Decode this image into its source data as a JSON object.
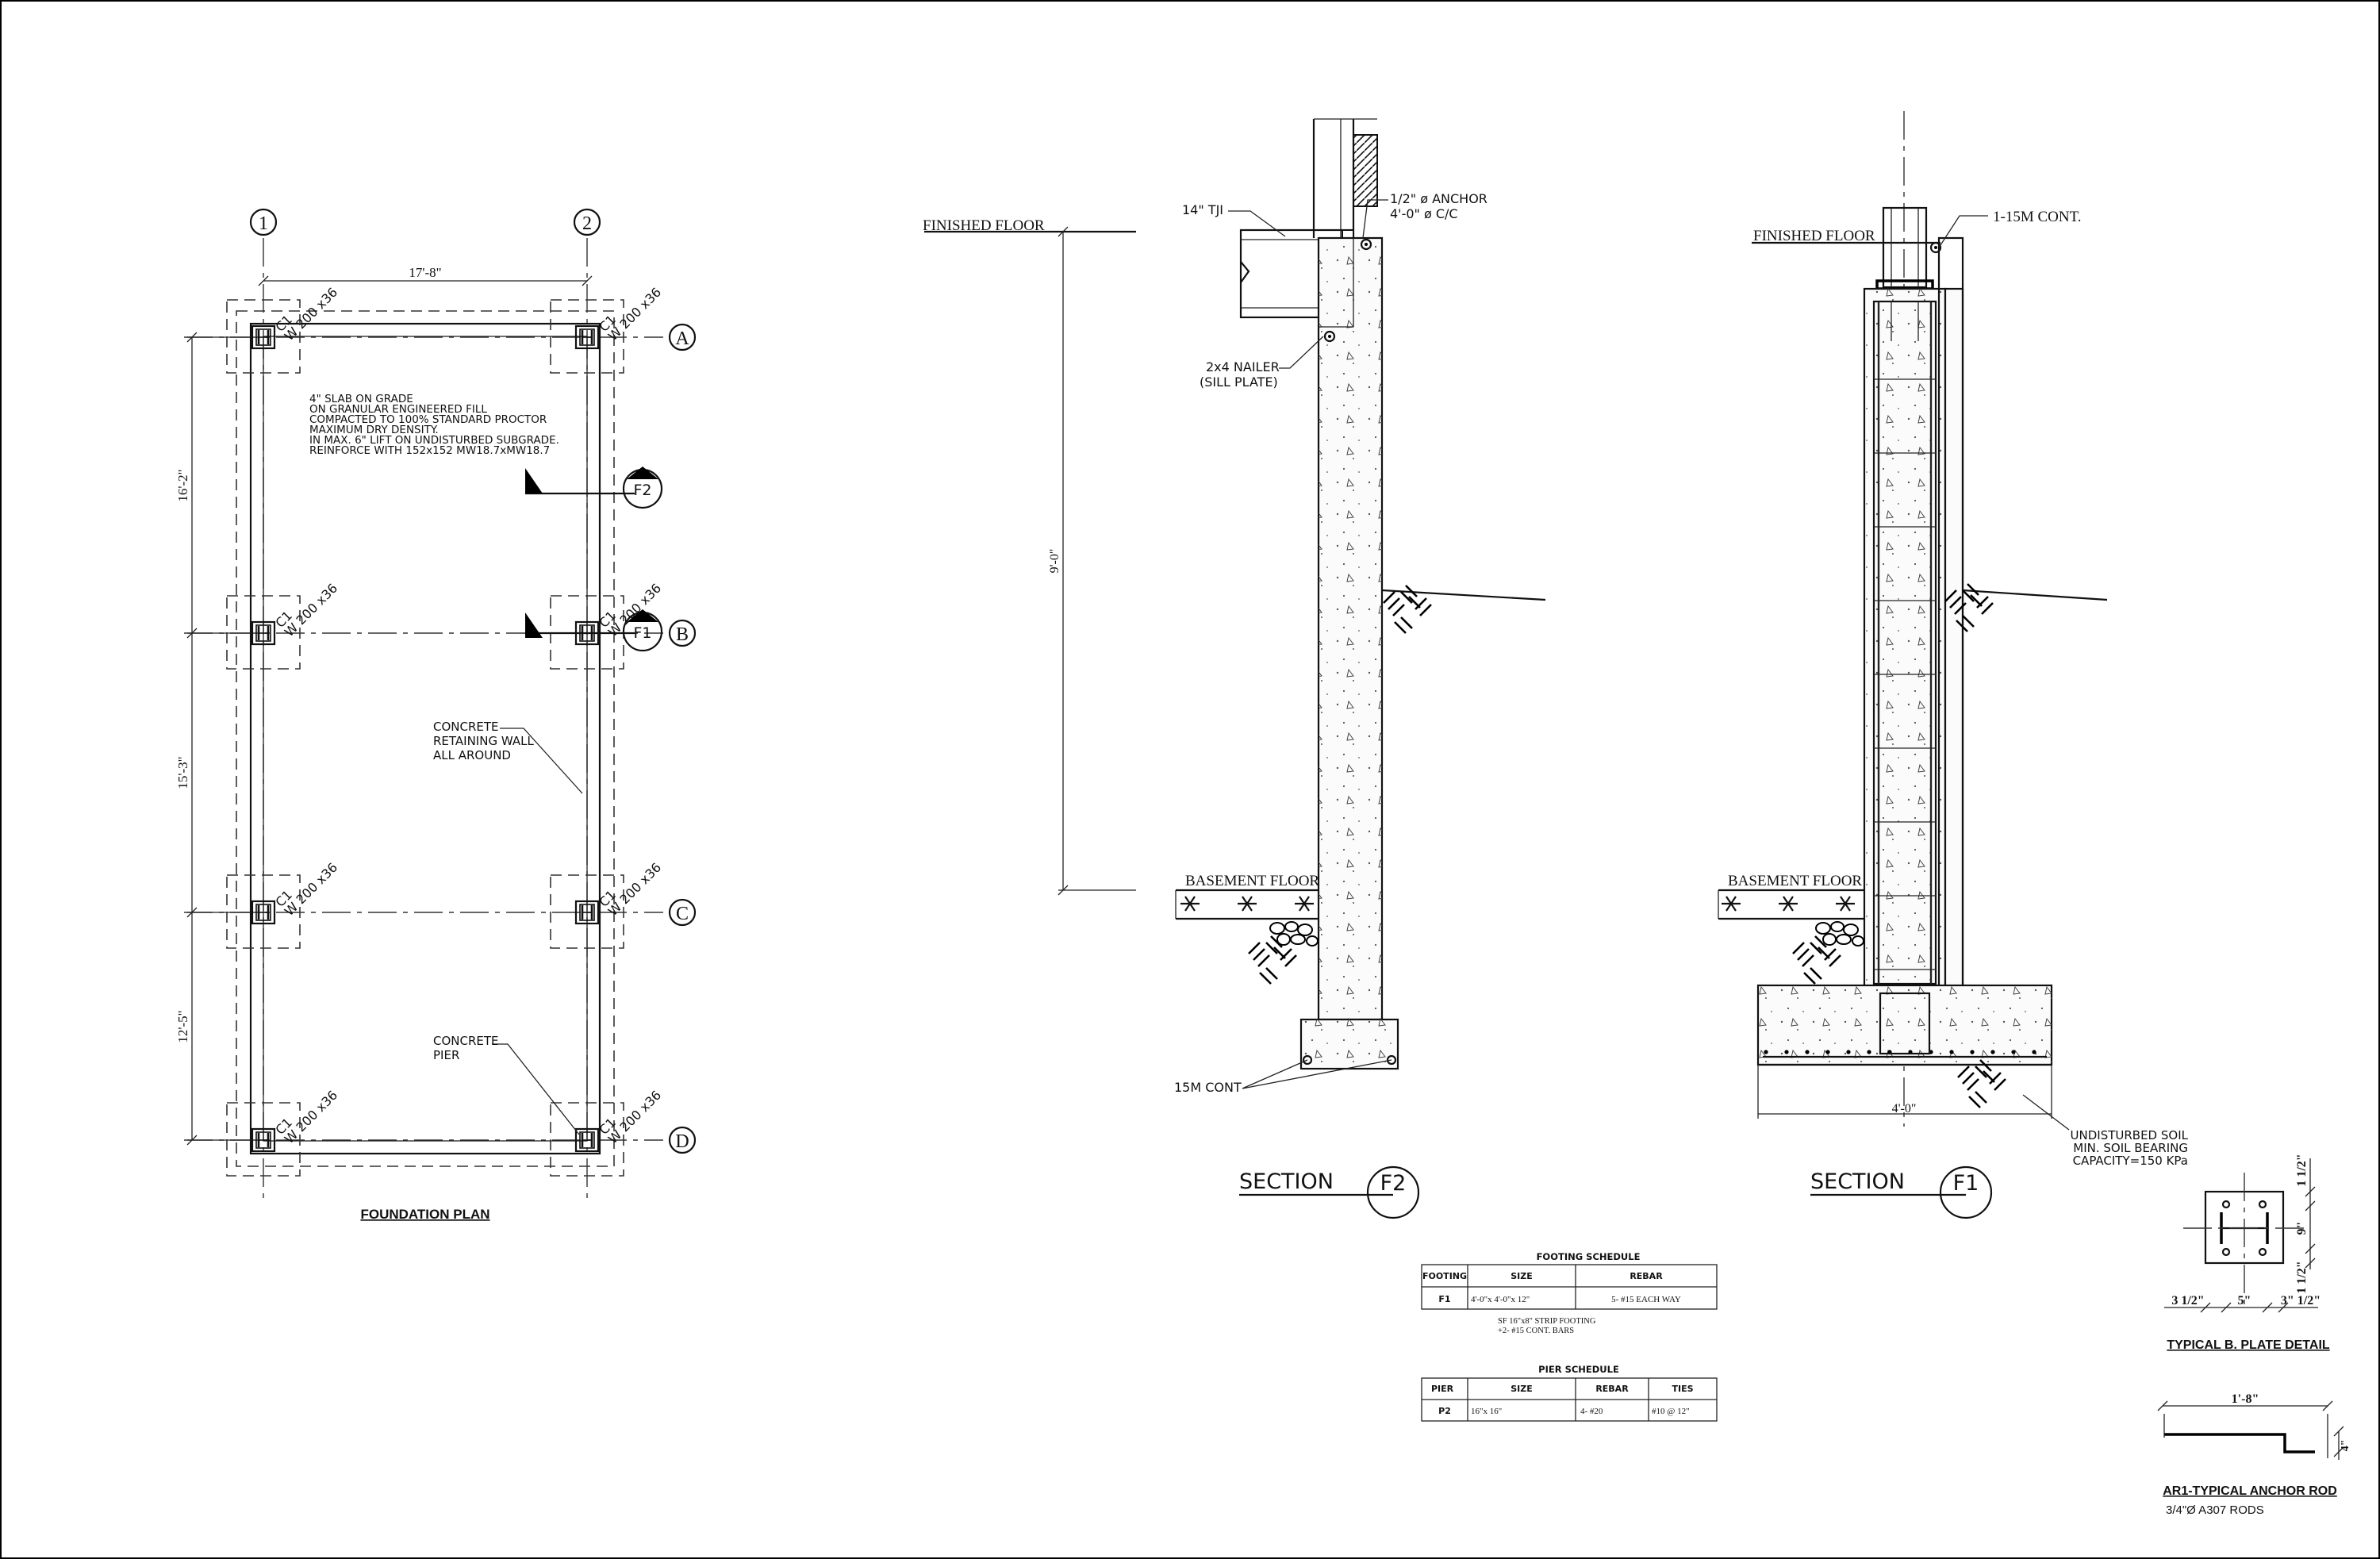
{
  "plan": {
    "grid": [
      "1",
      "2",
      "A",
      "B",
      "C",
      "D"
    ],
    "dim_top": "17'-8\"",
    "dim_left": [
      "16'-2\"",
      "15'-3\"",
      "12'-5\""
    ],
    "column_tag": [
      "C1",
      "W 200 x36"
    ],
    "slab_note": [
      "4\" SLAB ON GRADE",
      "ON GRANULAR ENGINEERED FILL",
      "COMPACTED TO 100% STANDARD PROCTOR",
      "MAXIMUM DRY DENSITY.",
      "IN MAX. 6\" LIFT ON UNDISTURBED SUBGRADE.",
      "REINFORCE WITH 152x152 MW18.7xMW18.7"
    ],
    "wall_note": [
      "CONCRETE",
      "RETAINING WALL",
      "ALL AROUND"
    ],
    "pier_note": [
      "CONCRETE",
      "PIER"
    ],
    "section_tags": [
      "F2",
      "F1"
    ],
    "title": "FOUNDATION PLAN"
  },
  "section_f2": {
    "finished_floor": "FINISHED FLOOR",
    "basement_floor": "BASEMENT FLOOR",
    "height_dim": "9'-0\"",
    "tji": "14\" TJI",
    "anchor": [
      "1/2\" ø ANCHOR",
      "4'-0\" ø C/C"
    ],
    "nailer": [
      "2x4 NAILER",
      "(SILL PLATE)"
    ],
    "bars": "15M CONT",
    "title_word": "SECTION",
    "tag": "F2"
  },
  "section_f1": {
    "finished_floor": "FINISHED FLOOR",
    "basement_floor": "BASEMENT FLOOR",
    "cont": "1-15M CONT.",
    "width_dim": "4'-0\"",
    "soil": [
      "UNDISTURBED SOIL",
      "MIN. SOIL BEARING",
      "CAPACITY=150 KPa"
    ],
    "title_word": "SECTION",
    "tag": "F1"
  },
  "footing_schedule": {
    "title": "FOOTING SCHEDULE",
    "headers": [
      "FOOTING",
      "SIZE",
      "REBAR"
    ],
    "rows": [
      [
        "F1",
        "4'-0\"x 4'-0\"x 12\"",
        "5- #15 EACH WAY"
      ]
    ],
    "note": [
      "SF 16\"x8\" STRIP FOOTING",
      "+2- #15 CONT. BARS"
    ]
  },
  "pier_schedule": {
    "title": "PIER SCHEDULE",
    "headers": [
      "PIER",
      "SIZE",
      "REBAR",
      "TIES"
    ],
    "rows": [
      [
        "P2",
        "16\"x 16\"",
        "4- #20",
        "#10 @ 12\""
      ]
    ]
  },
  "base_plate": {
    "dims_bottom": [
      "3 1/2\"",
      "5\"",
      "3\" 1/2\""
    ],
    "dims_right": [
      "1 1/2\"",
      "9\"",
      "1 1/2\""
    ],
    "title": "TYPICAL B. PLATE DETAIL"
  },
  "anchor_rod": {
    "length": "1'-8\"",
    "hook": "4\"",
    "title": "AR1-TYPICAL ANCHOR ROD",
    "spec": "3/4\"Ø A307 RODS"
  }
}
